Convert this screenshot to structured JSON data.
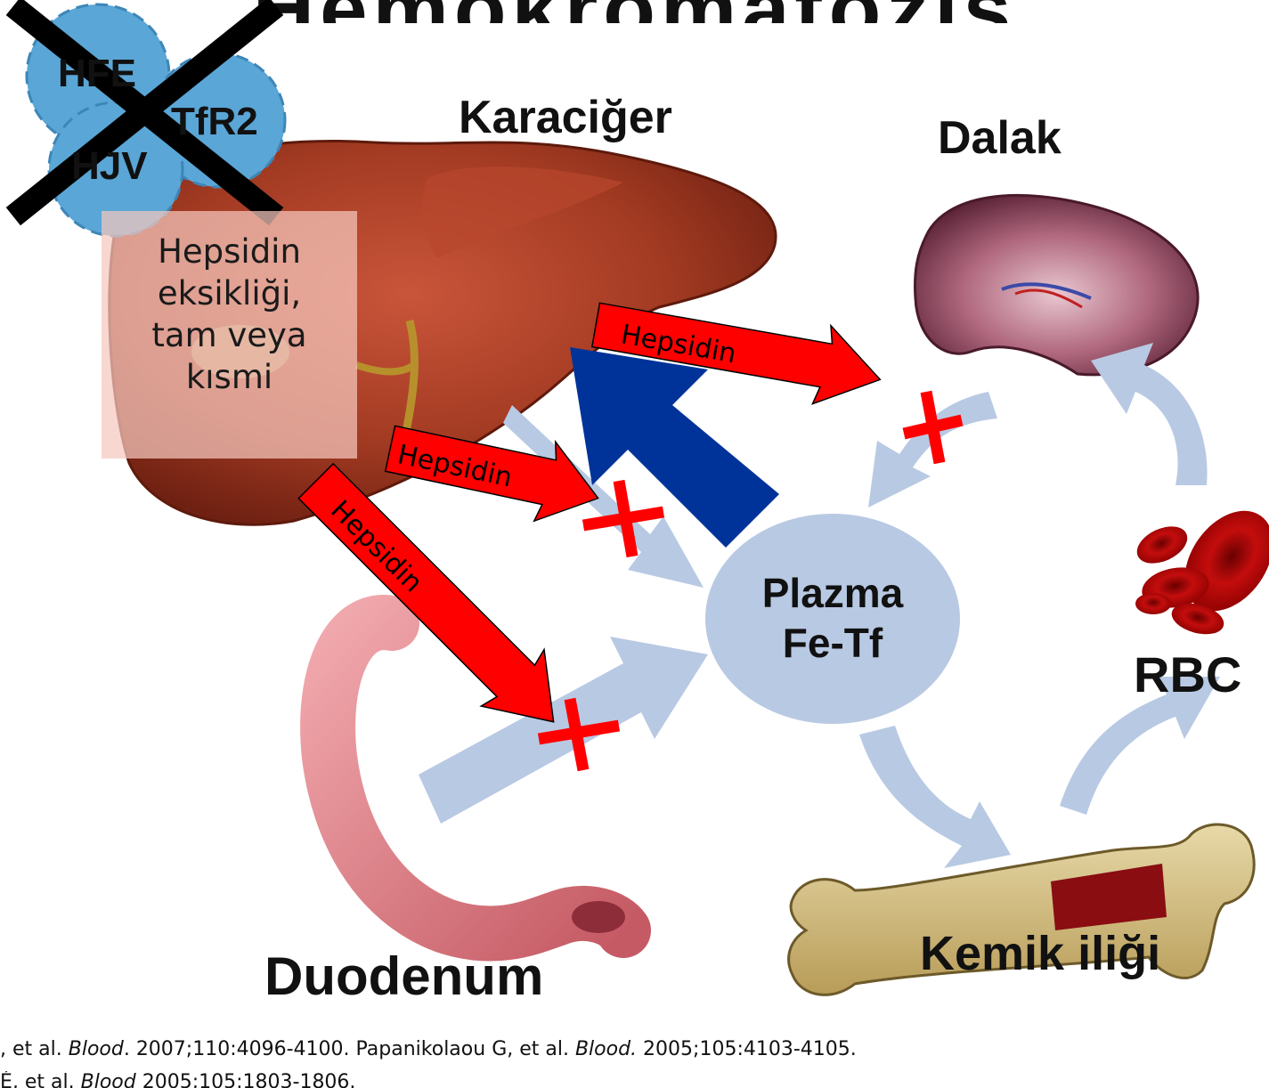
{
  "title_partial": "Hemokromatozis",
  "organs": {
    "liver": "Karaciğer",
    "spleen": "Dalak",
    "duodenum": "Duodenum",
    "bone_marrow": "Kemik iliği",
    "rbc": "RBC"
  },
  "plasma": {
    "line1": "Plazma",
    "line2": "Fe-Tf"
  },
  "deficiency_note": [
    "Hepsidin",
    "eksikliği,",
    "tam veya",
    "kısmi"
  ],
  "genes": [
    "HFE",
    "TfR2",
    "HJV"
  ],
  "hepcidin_label": "Hepsidin",
  "citations": {
    "line1_prefix": ", et al. ",
    "line1_journal1": "Blood",
    "line1_mid": ". 2007;110:4096-4100.  Papanikolaou G, et al. ",
    "line1_journal2": "Blood.",
    "line1_suffix": " 2005;105:4103-4105.",
    "line2_prefix": "É, et al. ",
    "line2_journal": "Blood",
    "line2_suffix": " 2005;105:1803-1806."
  },
  "colors": {
    "flow_arrow": "#b8c9e3",
    "plasma_fill": "#b8c9e3",
    "hepcidin_arrow": "#ff0000",
    "block_cross": "#ff0000",
    "iron_return_arrow": "#003399",
    "gene_gear": "#5aa6d6"
  }
}
